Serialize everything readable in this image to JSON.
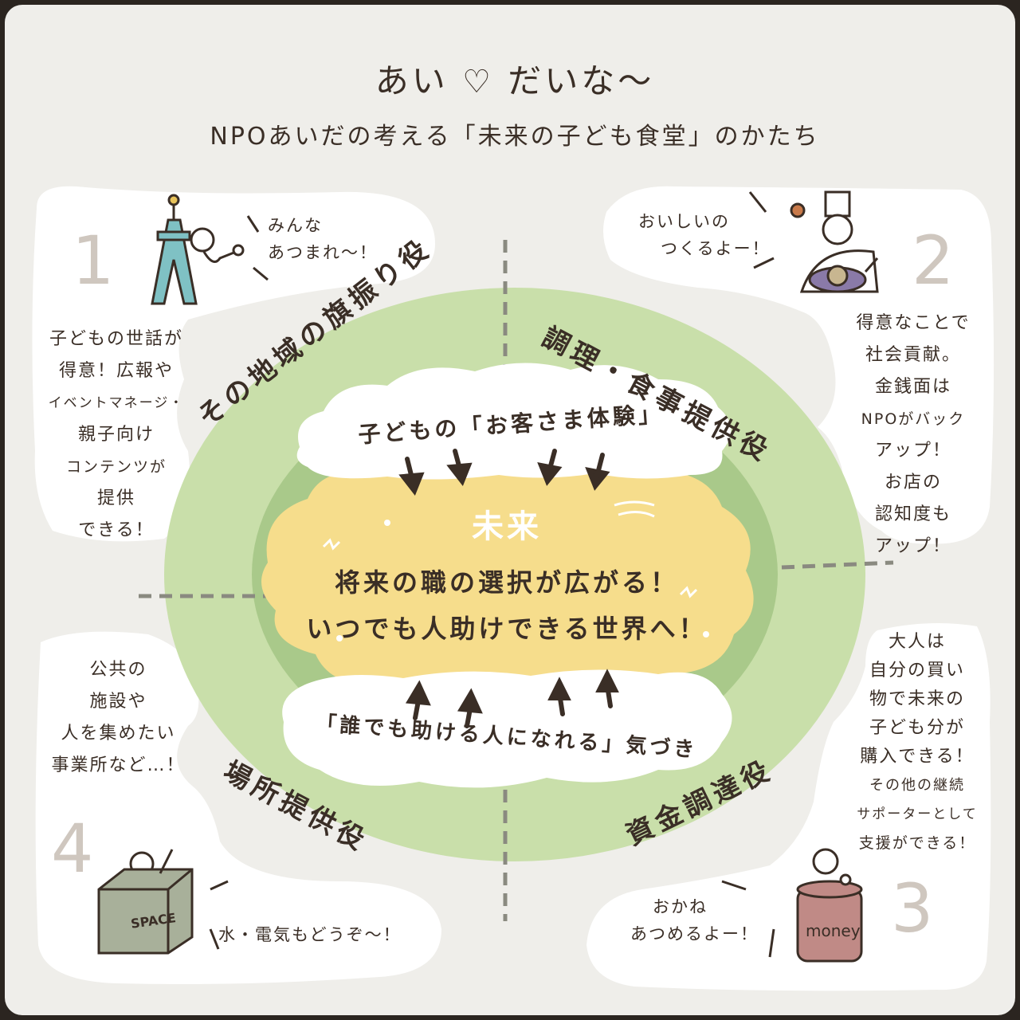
{
  "title": {
    "line1_a": "あい",
    "line1_b": "だいな〜",
    "subtitle": "NPOあいだの考える「未来の子ども食堂」のかたち"
  },
  "numbers": [
    "1",
    "2",
    "3",
    "4"
  ],
  "roles": {
    "r1": "その地域の旗振り役",
    "r2": "調理・食事提供役",
    "r3": "資金調達役",
    "r4": "場所提供役"
  },
  "clouds": {
    "top": "子どもの「お客さま体験」",
    "center_title": "未来",
    "center_line1": "将来の職の選択が広がる！",
    "center_line2": "いつでも人助けできる世界へ！",
    "bottom": "「誰でも助ける人になれる」気づき"
  },
  "speech": {
    "s1_line1": "みんな",
    "s1_line2": "あつまれ〜！",
    "s2_line1": "おいしいの",
    "s2_line2": "つくるよー！",
    "s3_line1": "おかね",
    "s3_line2": "あつめるよー！",
    "s4": "水・電気もどうぞ〜！"
  },
  "notes": {
    "n1": [
      "子どもの世話が",
      "得意！広報や",
      "イベントマネージ・",
      "親子向け",
      "コンテンツが",
      "提供",
      "できる！"
    ],
    "n2": [
      "得意なことで",
      "社会貢献。",
      "金銭面は",
      "NPOがバック",
      "アップ！",
      "お店の",
      "認知度も",
      "アップ！"
    ],
    "n3": [
      "大人は",
      "自分の買い",
      "物で未来の",
      "子ども分が",
      "購入できる！",
      "その他の継続",
      "サポーターとして",
      "支援ができる！"
    ],
    "n4": [
      "公共の",
      "施設や",
      "人を集めたい",
      "事業所など…！"
    ]
  },
  "labels": {
    "space": "SPACE",
    "money": "money"
  },
  "colors": {
    "outer_green": "#c9dfaa",
    "inner_green": "#a9c98a",
    "future_yellow": "#f6dd8c",
    "bubble": "#ffffff",
    "ink": "#3a2e26",
    "number_gray": "#cfc7bf"
  }
}
